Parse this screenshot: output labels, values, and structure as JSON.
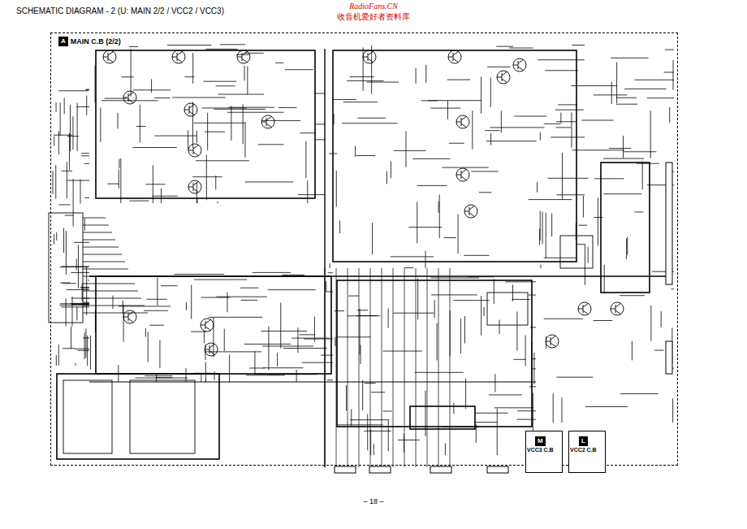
{
  "diagram": {
    "title": "SCHEMATIC DIAGRAM - 2 (U: MAIN 2/2 / VCC2 / VCC3)",
    "nodes": [
      {
        "text": [
          "A",
          "MAIN C.B (2/2)"
        ]
      },
      {
        "text": [
          "M",
          "VCC3 C.B"
        ]
      },
      {
        "text": [
          "L",
          "VCC2 C.B"
        ]
      }
    ],
    "labels": [
      "RadioFans.CN",
      "收音机爱好者资料库",
      "– 18 –"
    ]
  }
}
